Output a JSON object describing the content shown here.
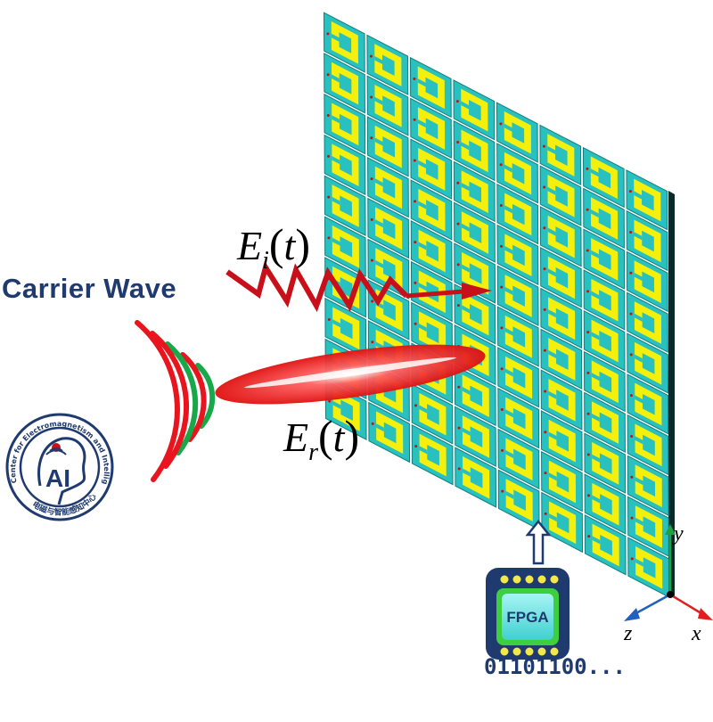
{
  "labels": {
    "carrier_wave": "Carrier Wave",
    "incident_E": "E",
    "incident_sub": "i",
    "incident_arg": "t",
    "reflected_E": "E",
    "reflected_sub": "r",
    "reflected_arg": "t",
    "fpga": "FPGA",
    "bitstream": "01101100...",
    "axis_x": "x",
    "axis_y": "y",
    "axis_z": "z"
  },
  "logo": {
    "letters": "AI",
    "ring_text_en": "Center for Electromagnetism and Intelligent Perception",
    "ring_text_zh": "电磁与智能感知中心"
  },
  "metasurface": {
    "rows": 10,
    "cols": 8
  },
  "colors": {
    "cell_fill": "#29c0c0",
    "patch_yellow": "#f4f00c",
    "incident_wave": "#c8101a",
    "arc_red": "#e8141e",
    "arc_green": "#18a84a",
    "navy": "#1f3a6e",
    "axis_x": "#e02020",
    "axis_y": "#20a040",
    "axis_z": "#2060c0"
  }
}
